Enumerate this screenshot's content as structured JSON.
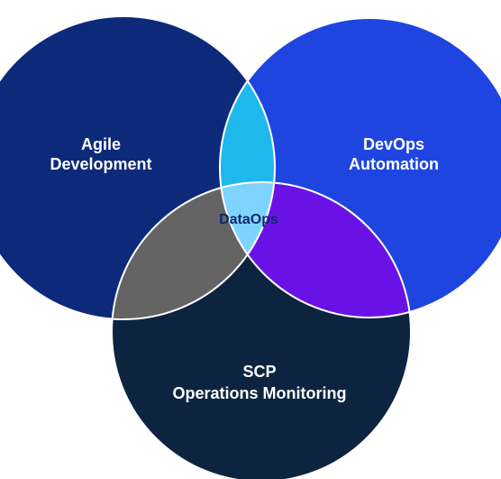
{
  "diagram": {
    "sets": {
      "agile": {
        "lines": [
          "Agile",
          "Development"
        ],
        "color": "#0d2a7a"
      },
      "devops": {
        "lines": [
          "DevOps",
          "Automation"
        ],
        "color": "#1f45e0"
      },
      "scp": {
        "lines": [
          "SCP",
          "Operations Monitoring"
        ],
        "color": "#0d2440"
      }
    },
    "intersections": {
      "agile_devops": {
        "color": "#1fb8ec"
      },
      "agile_scp": {
        "color": "#646464"
      },
      "devops_scp": {
        "color": "#6a12e6"
      },
      "center": {
        "label": "DataOps",
        "color": "#7fd4ff"
      }
    },
    "outline_color": "#ffffff"
  }
}
